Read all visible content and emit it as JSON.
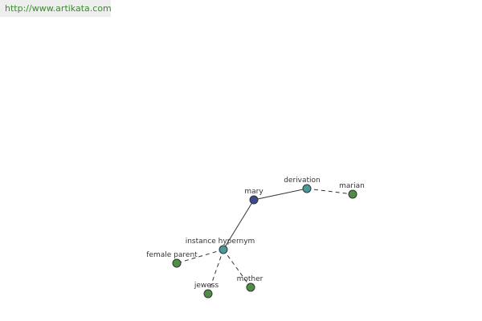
{
  "watermark": {
    "url": "http://www.artikata.com"
  },
  "graph": {
    "colors": {
      "root": "#3c4a8c",
      "relation": "#4a9a9a",
      "leaf": "#4f8f45"
    },
    "nodes": {
      "mary": {
        "label": "mary",
        "kind": "root"
      },
      "derivation": {
        "label": "derivation",
        "kind": "relation"
      },
      "marian": {
        "label": "marian",
        "kind": "leaf"
      },
      "instance_hypernym": {
        "label": "instance hypernym",
        "kind": "relation"
      },
      "female_parent": {
        "label": "female parent",
        "kind": "leaf"
      },
      "jewess": {
        "label": "jewess",
        "kind": "leaf"
      },
      "mother": {
        "label": "mother",
        "kind": "leaf"
      }
    },
    "edges": [
      {
        "from": "mary",
        "to": "derivation",
        "style": "solid"
      },
      {
        "from": "mary",
        "to": "instance_hypernym",
        "style": "solid"
      },
      {
        "from": "derivation",
        "to": "marian",
        "style": "dashed"
      },
      {
        "from": "instance_hypernym",
        "to": "female_parent",
        "style": "dashed"
      },
      {
        "from": "instance_hypernym",
        "to": "jewess",
        "style": "dashed"
      },
      {
        "from": "instance_hypernym",
        "to": "mother",
        "style": "dashed"
      }
    ]
  }
}
